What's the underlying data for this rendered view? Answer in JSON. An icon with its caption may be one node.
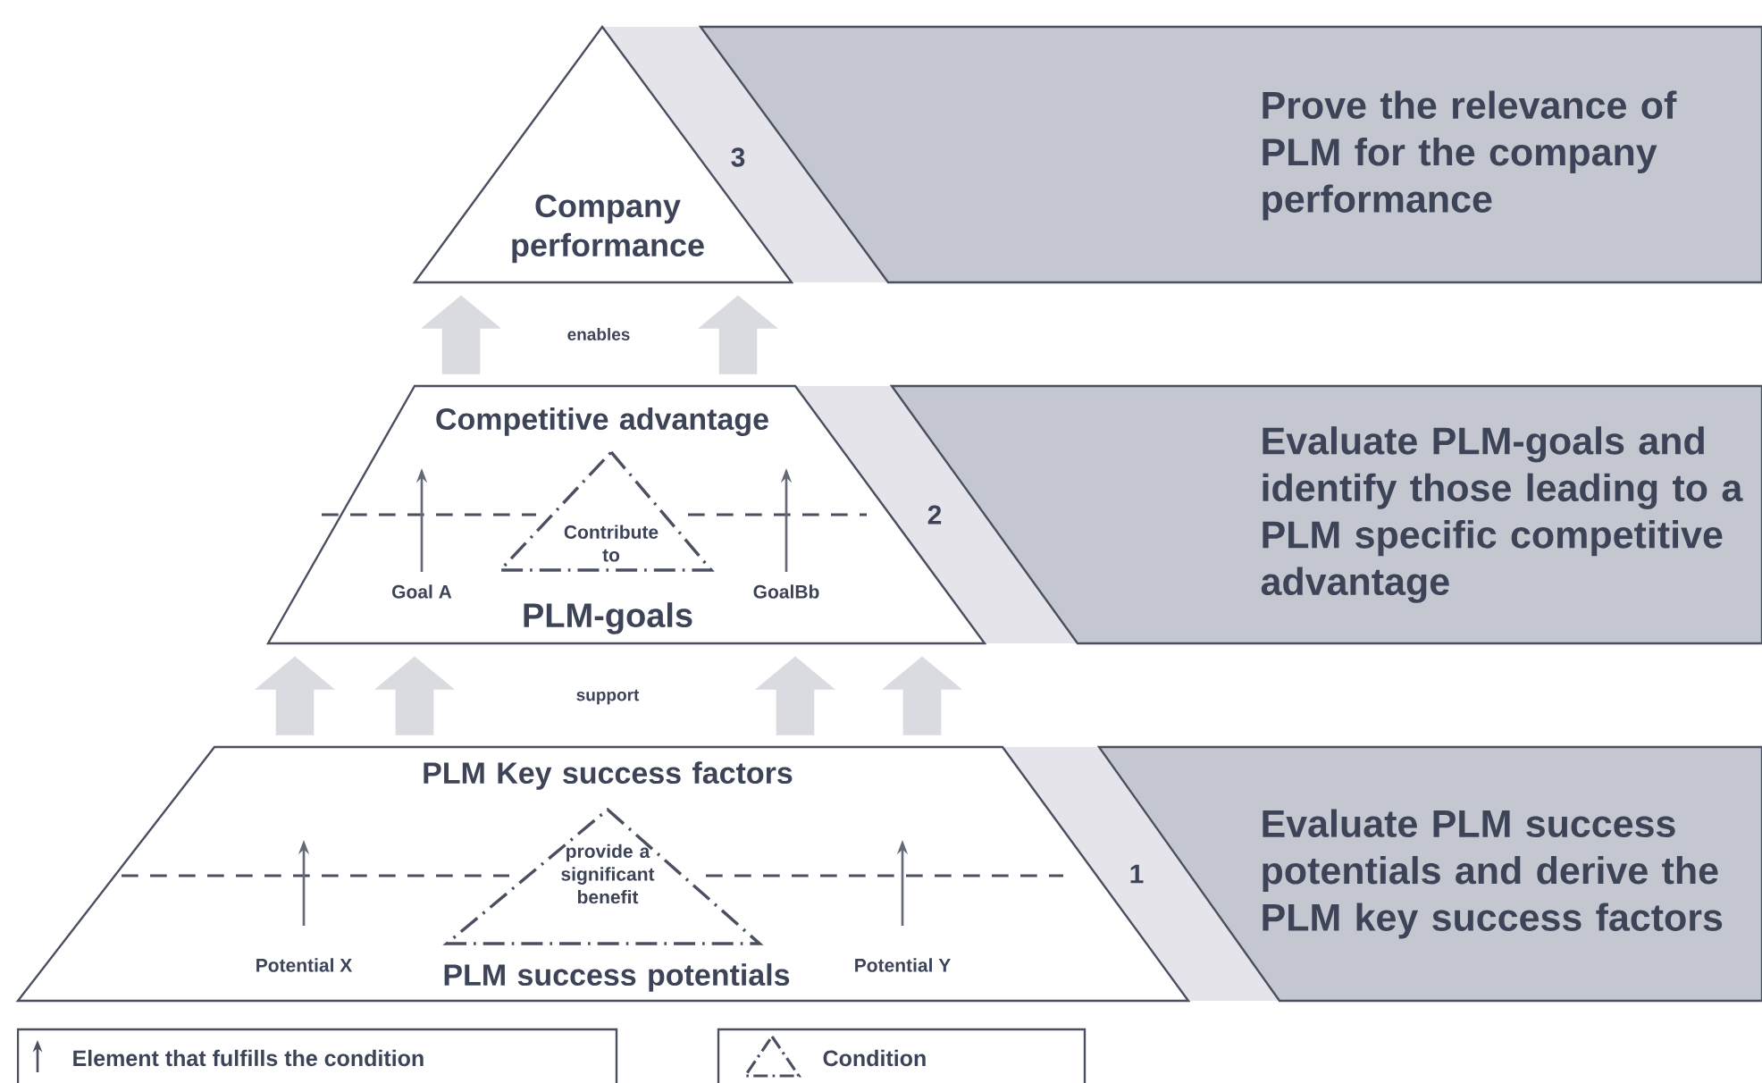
{
  "diagram": {
    "nodes": [
      {
        "text": [
          "Company performance"
        ]
      },
      {
        "text": [
          "Prove the relevance of PLM for the company performance"
        ]
      },
      {
        "text": [
          "Competitive advantage",
          "PLM-goals"
        ]
      },
      {
        "text": [
          "Contribute to"
        ],
        "in": 2
      },
      {
        "text": [
          "Evaluate PLM-goals and identify those leading to a PLM specific competitive advantage"
        ]
      },
      {
        "text": [
          "PLM Key success factors",
          "PLM success potentials"
        ]
      },
      {
        "text": [
          "provide a significant benefit"
        ],
        "in": 5
      },
      {
        "text": [
          "Evaluate PLM success potentials and derive the PLM key success factors"
        ]
      }
    ],
    "edges": [
      {
        "from": 2,
        "to": 0,
        "arrow": "to"
      },
      {
        "from": 2,
        "to": 0,
        "arrow": "to"
      },
      {
        "from": 5,
        "to": 2,
        "arrow": "to"
      },
      {
        "from": 5,
        "to": 2,
        "arrow": "to"
      },
      {
        "from": 5,
        "to": 2,
        "arrow": "to"
      },
      {
        "from": 5,
        "to": 2,
        "arrow": "to"
      }
    ],
    "labels": [
      "3",
      "enables",
      "Goal A",
      "GoalBb",
      "2",
      "support",
      "1",
      "Potential X",
      "Potential Y"
    ],
    "legend": [
      {
        "text": "Element that fulfills the condition"
      },
      {
        "text": "Condition"
      }
    ]
  }
}
